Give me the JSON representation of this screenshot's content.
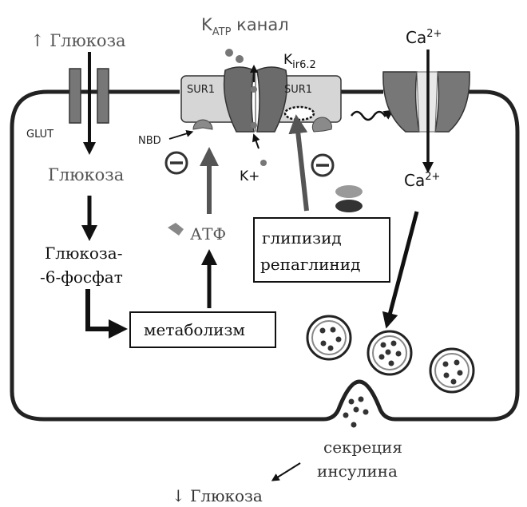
{
  "labels": {
    "glucose_in": "↑ Глюкоза",
    "glut": "GLUT",
    "glucose_inside": "Глюкоза",
    "g6p_line1": "Глюкоза-",
    "g6p_line2": "-6-фосфат",
    "metabolism": "метаболизм",
    "atp": "АТФ",
    "katp_k": "K",
    "katp_sub": "ATP",
    "katp_channel": " канал",
    "kir_k": "K",
    "kir_sub": "ir6.2",
    "sur1_left": "SUR1",
    "sur1_right": "SUR1",
    "nbd": "NBD",
    "k_plus": "K+",
    "ca_top": "Ca",
    "ca_top_sup": "2+",
    "ca_bottom": "Ca",
    "ca_bottom_sup": "2+",
    "drug_line1": "глипизид",
    "drug_line2": "репаглинид",
    "secretion_line1": "секреция",
    "secretion_line2": "инсулина",
    "glucose_out": "↓ Глюкоза",
    "minus_left": "−",
    "minus_right": "−"
  },
  "colors": {
    "membrane": "#222222",
    "channel_dark": "#6b6b6b",
    "channel_light": "#b9b9b9",
    "sur": "#d6d6d6",
    "text": "#222222",
    "text_grey": "#555555"
  },
  "icons": {
    "squiggle": "wavy-arrow-icon",
    "inhibition": "minus-circle-icon"
  }
}
